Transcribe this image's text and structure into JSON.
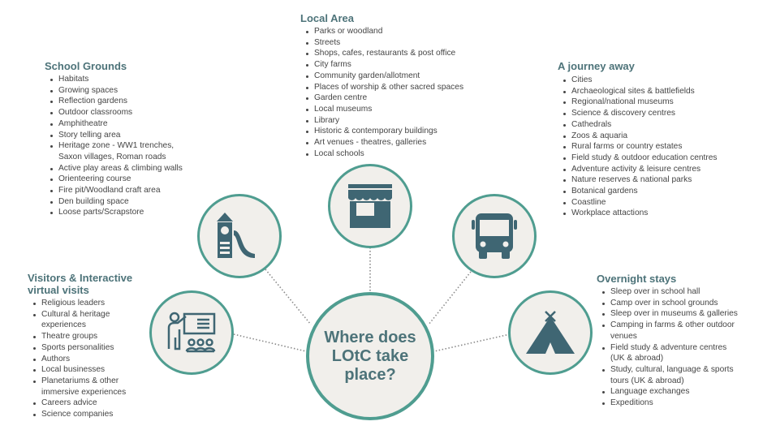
{
  "center": {
    "title": "Where does\nLOtC take\nplace?"
  },
  "colors": {
    "ring": "#4f9d90",
    "icon": "#3f6673",
    "heading": "#4d7379",
    "fill": "#f1efeb"
  },
  "sections": {
    "local_area": {
      "heading": "Local Area",
      "icon": "shop-icon",
      "items": [
        "Parks or woodland",
        "Streets",
        "Shops, cafes, restaurants & post office",
        "City farms",
        "Community garden/allotment",
        "Places of worship & other sacred spaces",
        "Garden centre",
        "Local museums",
        "Library",
        "Historic & contemporary buildings",
        "Art venues - theatres, galleries",
        "Local schools"
      ]
    },
    "school_grounds": {
      "heading": "School Grounds",
      "icon": "playground-icon",
      "items": [
        "Habitats",
        "Growing spaces",
        "Reflection gardens",
        "Outdoor classrooms",
        "Amphitheatre",
        "Story telling area",
        "Heritage zone - WW1 trenches,\nSaxon villages, Roman roads",
        "Active play areas & climbing walls",
        "Orienteering course",
        "Fire pit/Woodland craft area",
        "Den building space",
        "Loose parts/Scrapstore"
      ]
    },
    "journey_away": {
      "heading": "A journey away",
      "icon": "bus-icon",
      "items": [
        "Cities",
        "Archaeological sites & battlefields",
        "Regional/national museums",
        "Science & discovery centres",
        "Cathedrals",
        "Zoos & aquaria",
        "Rural farms or country estates",
        "Field study & outdoor education centres",
        "Adventure activity & leisure centres",
        "Nature reserves & national parks",
        "Botanical gardens",
        "Coastline",
        "Workplace attactions"
      ]
    },
    "visitors": {
      "heading": "Visitors & Interactive\nvirtual visits",
      "icon": "presenter-icon",
      "items": [
        "Religious leaders",
        "Cultural & heritage\nexperiences",
        "Theatre groups",
        "Sports personalities",
        "Authors",
        "Local businesses",
        "Planetariums & other\nimmersive experiences",
        "Careers advice",
        "Science companies"
      ]
    },
    "overnight": {
      "heading": "Overnight stays",
      "icon": "tent-icon",
      "items": [
        "Sleep over in school hall",
        "Camp over in school grounds",
        "Sleep over in museums & galleries",
        "Camping in farms & other outdoor\nvenues",
        "Field study & adventure centres\n(UK & abroad)",
        "Study, cultural, language & sports\ntours (UK & abroad)",
        "Language exchanges",
        "Expeditions"
      ]
    }
  }
}
